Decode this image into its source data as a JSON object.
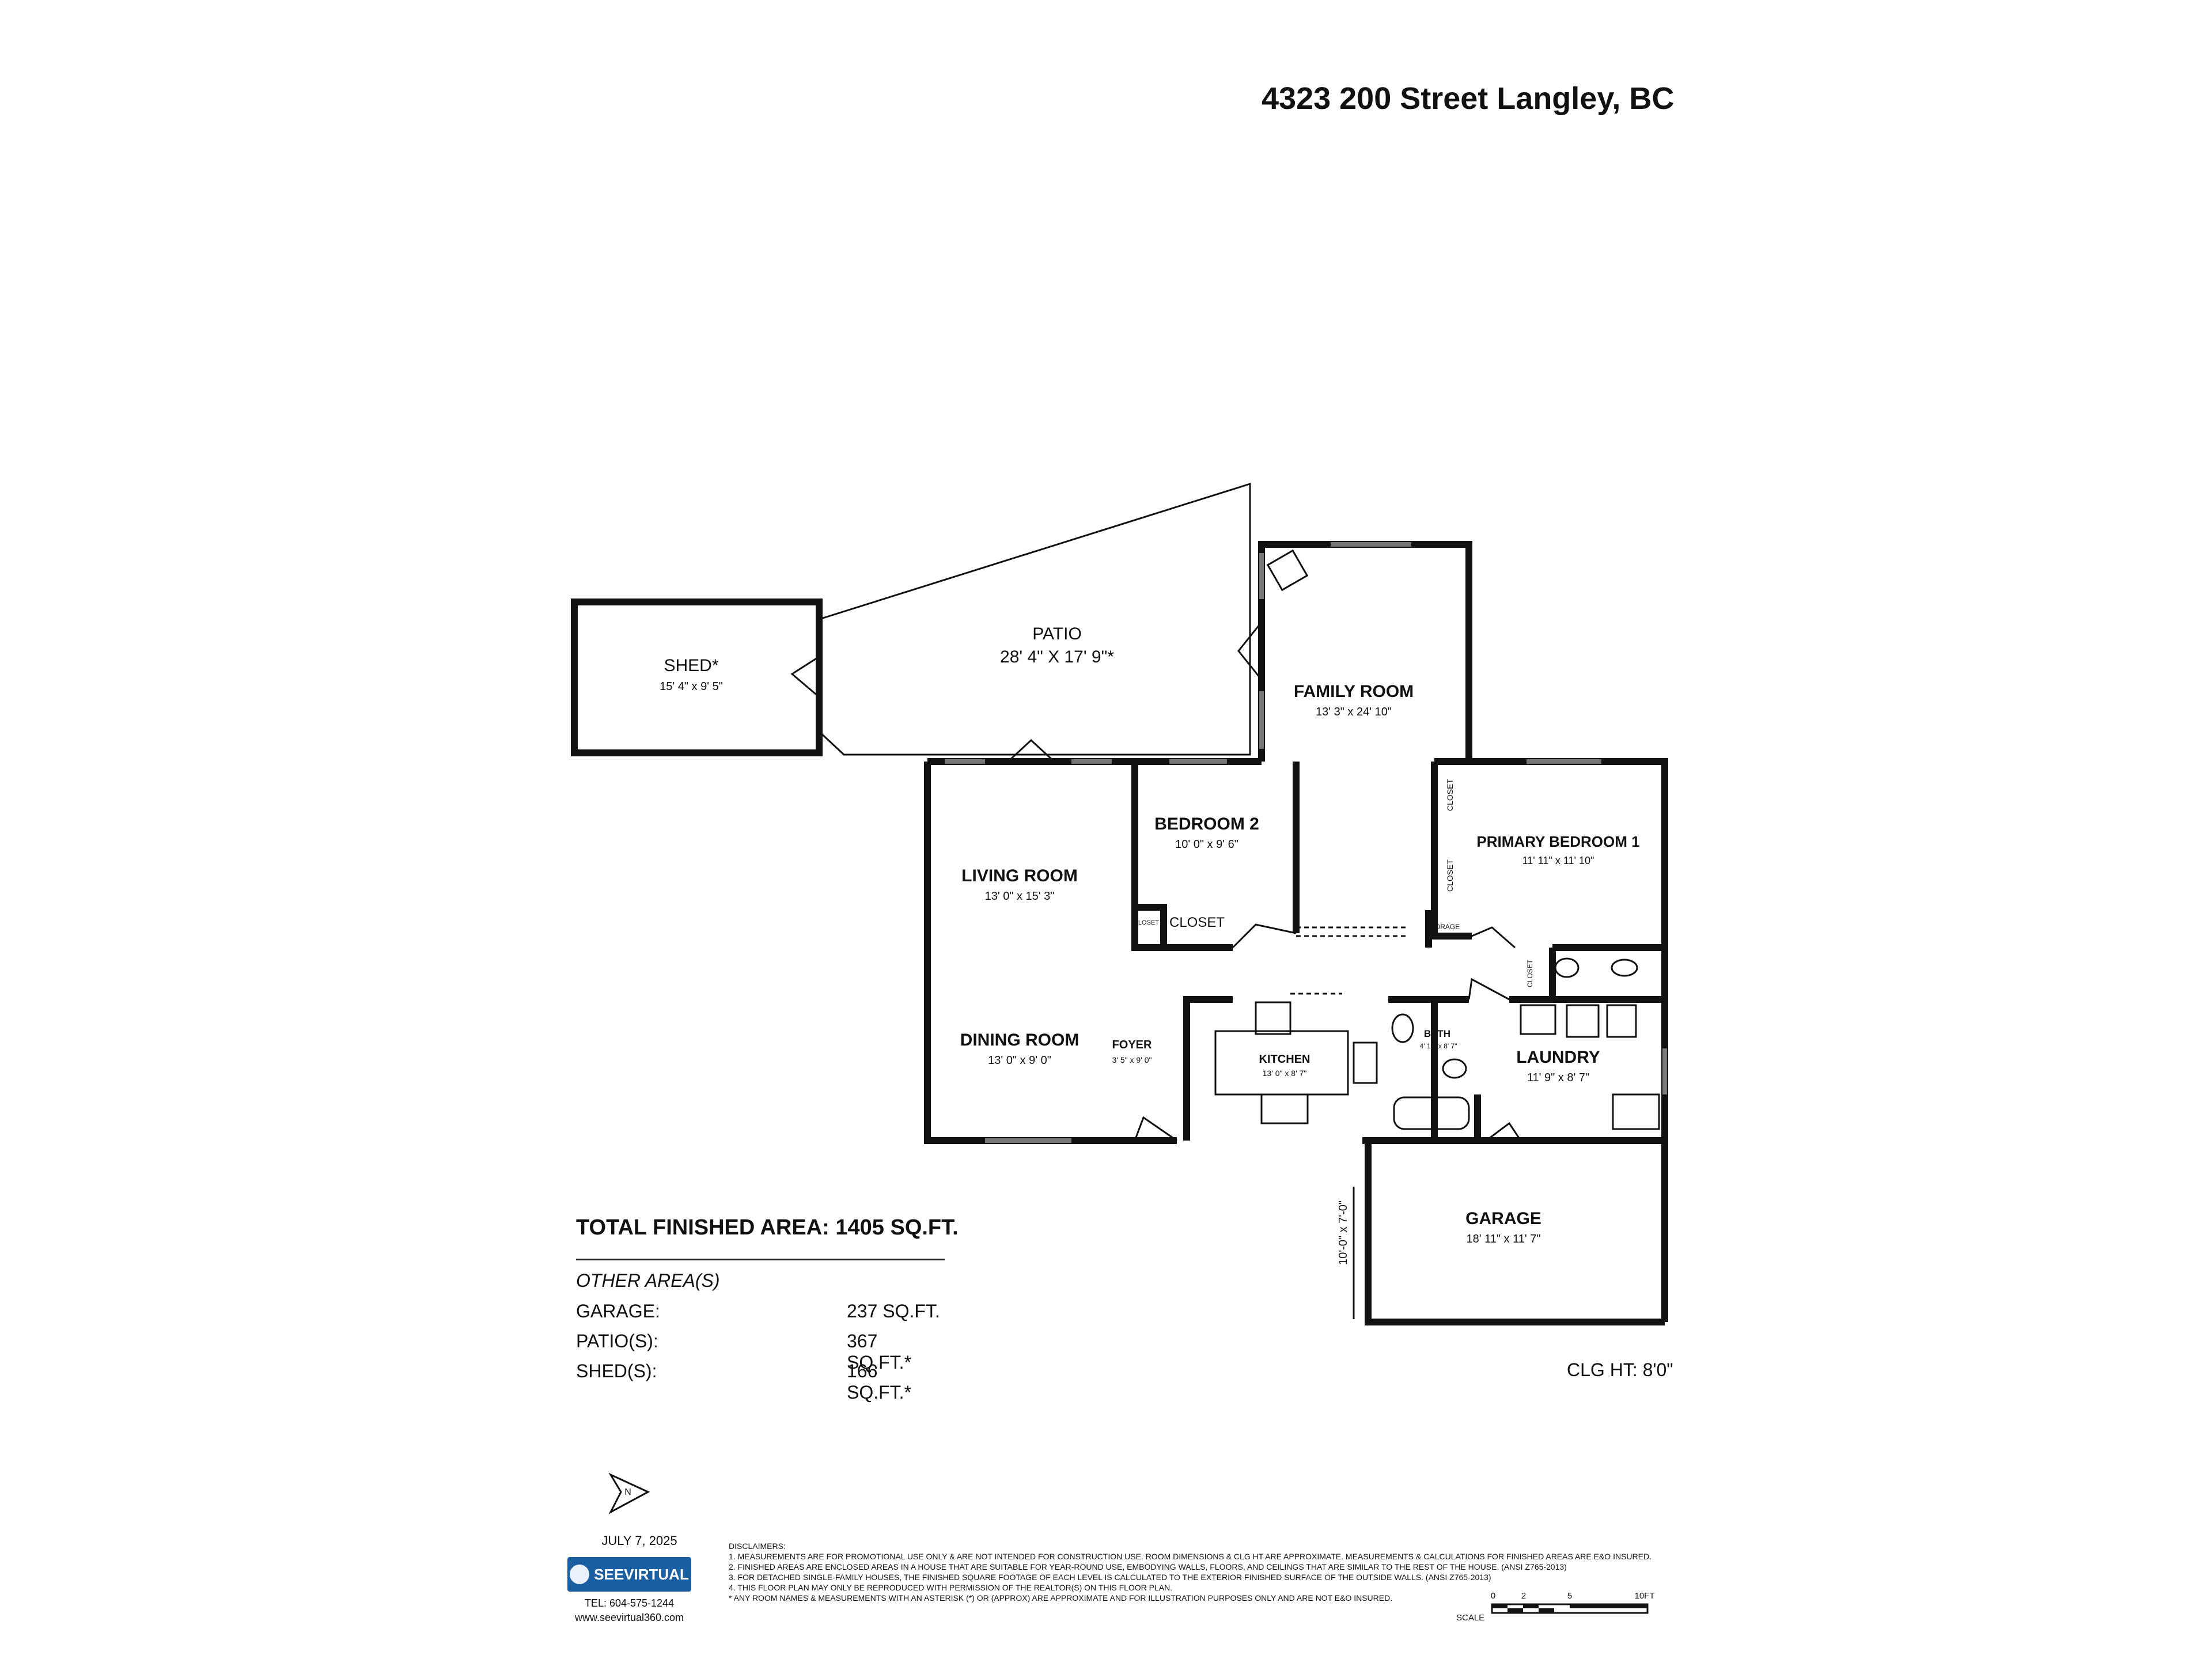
{
  "title": "4323 200 Street Langley, BC",
  "rooms": {
    "shed": {
      "name": "SHED*",
      "dim": "15' 4\" x 9' 5\""
    },
    "patio": {
      "name": "PATIO",
      "dim": "28' 4\" X 17' 9\"*"
    },
    "family": {
      "name": "FAMILY ROOM",
      "dim": "13' 3\" x 24' 10\""
    },
    "bedroom2": {
      "name": "BEDROOM 2",
      "dim": "10' 0\" x 9' 6\""
    },
    "living": {
      "name": "LIVING ROOM",
      "dim": "13' 0\" x 15' 3\""
    },
    "primary": {
      "name": "PRIMARY BEDROOM 1",
      "dim": "11' 11\" x 11' 10\""
    },
    "dining": {
      "name": "DINING ROOM",
      "dim": "13' 0\" x 9' 0\""
    },
    "foyer": {
      "name": "FOYER",
      "dim": "3' 5\" x 9' 0\""
    },
    "kitchen": {
      "name": "KITCHEN",
      "dim": "13' 0\" x 8' 7\""
    },
    "bath": {
      "name": "BATH",
      "dim": "4' 11\" x 8' 7\""
    },
    "laundry": {
      "name": "LAUNDRY",
      "dim": "11' 9\" x 8' 7\""
    },
    "garage": {
      "name": "GARAGE",
      "dim": "18' 11\" x 11' 7\""
    },
    "closet_big": "CLOSET",
    "closet_small": "CLOSET",
    "closet_fam_upper": "CLOSET",
    "closet_fam_lower": "CLOSET",
    "closet_bath": "CLOSET",
    "storage": "STORAGE",
    "garage_door": "10'-0\" x 7'-0\""
  },
  "summary": {
    "total": "TOTAL FINISHED AREA: 1405 SQ.FT.",
    "other_heading": "OTHER AREA(S)",
    "areas": [
      {
        "label": "GARAGE:",
        "value": "237 SQ.FT."
      },
      {
        "label": "PATIO(S):",
        "value": "367 SQ.FT.*"
      },
      {
        "label": "SHED(S):",
        "value": "166 SQ.FT.*"
      }
    ],
    "ceiling": "CLG HT: 8'0\""
  },
  "footer": {
    "date": "JULY 7, 2025",
    "brand": "SEEVIRTUAL",
    "phone": "TEL: 604-575-1244",
    "url": "www.seevirtual360.com",
    "disclaimers": [
      "DISCLAIMERS:",
      "1. MEASUREMENTS ARE FOR PROMOTIONAL USE ONLY & ARE NOT INTENDED FOR CONSTRUCTION USE. ROOM DIMENSIONS & CLG HT ARE APPROXIMATE. MEASUREMENTS & CALCULATIONS FOR FINISHED AREAS ARE E&O INSURED.",
      "2. FINISHED AREAS ARE ENCLOSED AREAS IN A HOUSE THAT ARE SUITABLE FOR YEAR-ROUND USE, EMBODYING WALLS, FLOORS, AND CEILINGS THAT ARE SIMILAR TO THE REST OF THE HOUSE. (ANSI Z765-2013)",
      "3. FOR DETACHED SINGLE-FAMILY HOUSES, THE FINISHED SQUARE FOOTAGE OF EACH LEVEL IS CALCULATED TO THE EXTERIOR FINISHED SURFACE OF THE OUTSIDE WALLS. (ANSI Z765-2013)",
      "4. THIS FLOOR PLAN MAY ONLY BE REPRODUCED WITH PERMISSION OF THE REALTOR(S) ON THIS FLOOR PLAN.",
      "* ANY ROOM NAMES & MEASUREMENTS WITH AN ASTERISK (*) OR (APPROX) ARE APPROXIMATE AND FOR ILLUSTRATION PURPOSES ONLY AND ARE NOT E&O INSURED."
    ],
    "scale_label": "SCALE",
    "scale_ticks": [
      "0",
      "2",
      "5",
      "10FT"
    ],
    "compass": "N"
  }
}
